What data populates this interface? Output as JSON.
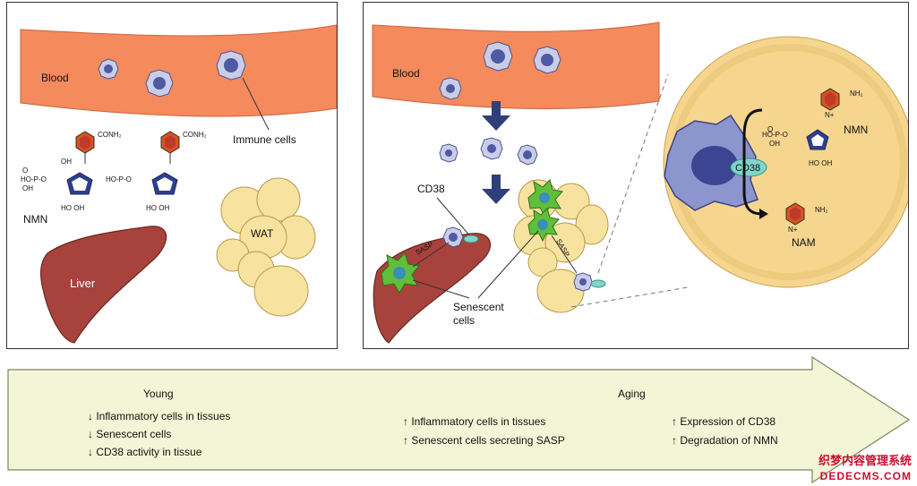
{
  "left": {
    "blood_label": "Blood",
    "immune_label": "Immune cells",
    "liver_label": "Liver",
    "wat_label": "WAT",
    "nmn_label": "NMN",
    "conh2": "CONH₂",
    "oh": "OH",
    "hooh": "HO OH"
  },
  "right": {
    "blood_label": "Blood",
    "cd38_label": "CD38",
    "sasp_label": "SASP",
    "senescent_label_1": "Senescent",
    "senescent_label_2": "cells",
    "zoom_cd38": "CD38",
    "zoom_nmn": "NMN",
    "zoom_nam": "NAM",
    "nh2": "NH₂",
    "nplus": "N+"
  },
  "arrow": {
    "young_title": "Young",
    "aging_title": "Aging",
    "young_items": [
      "↓  Inflammatory cells in tissues",
      "↓  Senescent cells",
      "↓  CD38 activity in tissue"
    ],
    "aging_items_col1": [
      "↑  Inflammatory cells in tissues",
      "↑  Senescent cells secreting SASP"
    ],
    "aging_items_col2": [
      "↑  Expression of CD38",
      "↑  Degradation of NMN"
    ]
  },
  "watermark": {
    "line1": "织梦内容管理系统",
    "line2": "DEDECMS.COM"
  },
  "colors": {
    "blood": "#f58a5c",
    "liver": "#a8423c",
    "fat": "#f7e2a0",
    "zoom": "#f6d58f",
    "arrow_fill": "#f3f6d6",
    "cd38": "#7fd6c8",
    "senescent": "#5fbf3a",
    "immune": "#6c78b8",
    "ring": "#d6541e",
    "down_arrow": "#2e3f7a"
  }
}
